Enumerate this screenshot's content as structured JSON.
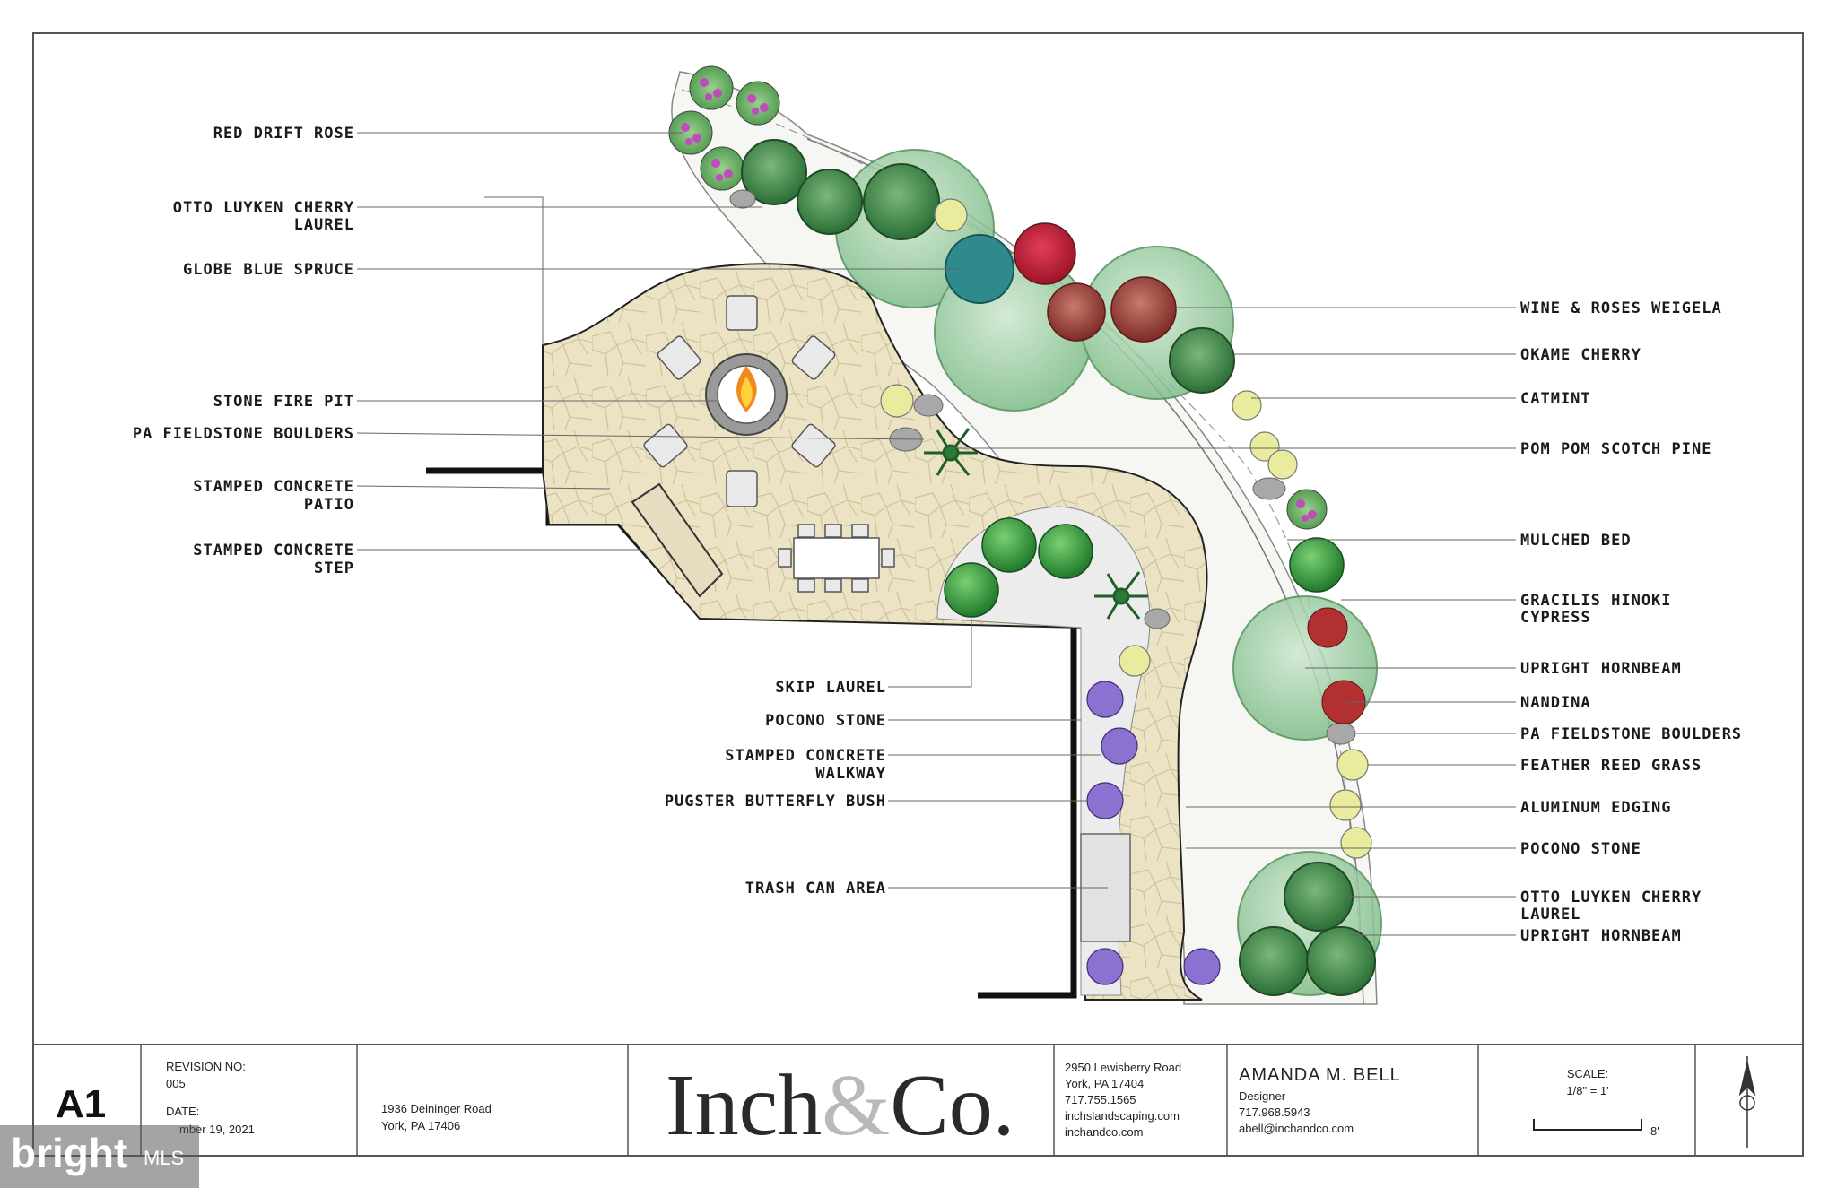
{
  "left_labels": [
    "RED DRIFT ROSE",
    "OTTO LUYKEN CHERRY",
    "LAUREL",
    "GLOBE BLUE SPRUCE",
    "STONE FIRE PIT",
    "PA FIELDSTONE BOULDERS",
    "STAMPED CONCRETE",
    "PATIO",
    "STAMPED CONCRETE",
    "STEP"
  ],
  "center_labels": [
    "SKIP LAUREL",
    "POCONO STONE",
    "STAMPED CONCRETE",
    "WALKWAY",
    "PUGSTER BUTTERFLY BUSH",
    "TRASH CAN AREA"
  ],
  "right_labels": [
    "WINE & ROSES WEIGELA",
    "OKAME CHERRY",
    "CATMINT",
    "POM POM SCOTCH PINE",
    "MULCHED BED",
    "GRACILIS HINOKI",
    "CYPRESS",
    "UPRIGHT HORNBEAM",
    "NANDINA",
    "PA FIELDSTONE BOULDERS",
    "FEATHER REED GRASS",
    "ALUMINUM EDGING",
    "POCONO STONE",
    "OTTO LUYKEN CHERRY",
    "LAUREL",
    "UPRIGHT HORNBEAM"
  ],
  "title_block": {
    "sheet_id": "A1",
    "revision_label": "REVISION NO:",
    "revision_value": "005",
    "date_label": "DATE:",
    "date_value": "mber 19, 2021",
    "site_address_1": "1936 Deininger Road",
    "site_address_2": "York, PA 17406",
    "logo_text_1": "Inch",
    "logo_amp": "&",
    "logo_text_2": "Co.",
    "company_address_1": "2950 Lewisberry Road",
    "company_address_2": "York, PA 17404",
    "company_phone": "717.755.1565",
    "company_web_1": "inchslandscaping.com",
    "company_web_2": "inchandco.com",
    "designer_name": "AMANDA M. BELL",
    "designer_title": "Designer",
    "designer_phone": "717.968.5943",
    "designer_email": "abell@inchandco.com",
    "scale_label": "SCALE:",
    "scale_value": "1/8\" = 1'",
    "scale_bar_label": "8'"
  },
  "watermark": {
    "brand": "bright",
    "suffix": "MLS"
  },
  "colors": {
    "patio_fill": "#ece3c4",
    "bed_line": "#555555",
    "rose": "#c04bbf",
    "conifer": "#3e8f47",
    "tree_canopy": "#a9d3ad",
    "weigela": "#c4242f",
    "nandina": "#b33030",
    "grass": "#e9ec9c",
    "butterfly_bush": "#7a5cc5",
    "spruce": "#2f8a8d"
  }
}
